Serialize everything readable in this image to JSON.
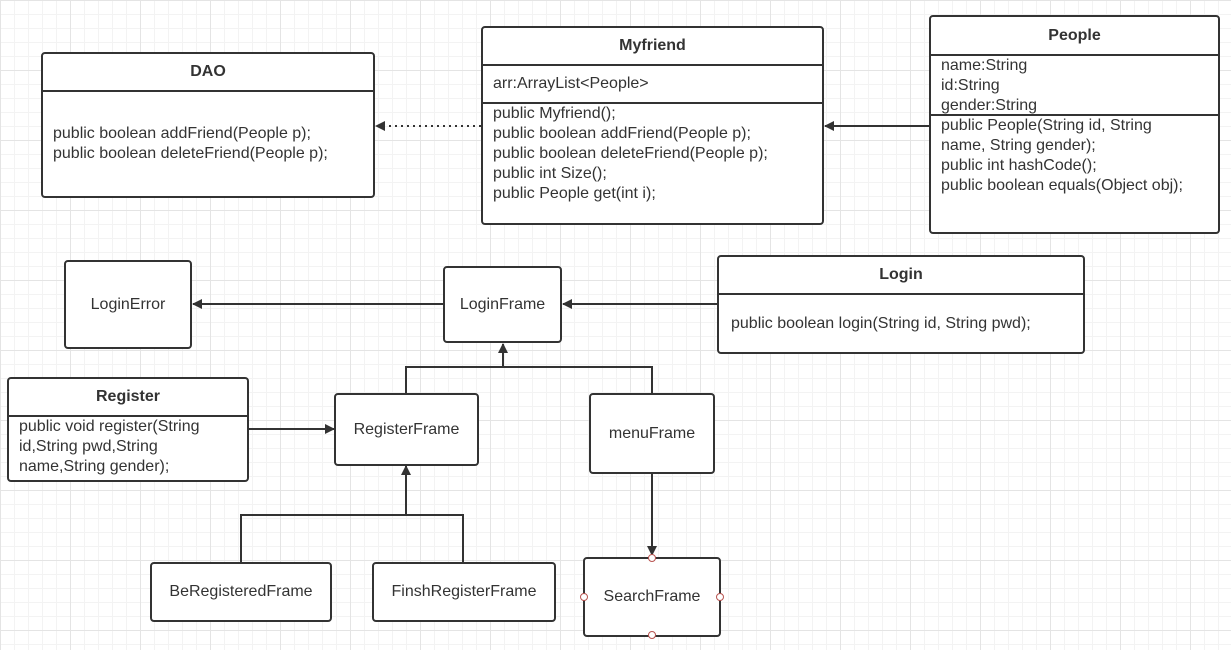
{
  "dao": {
    "title": "DAO",
    "methods": [
      "public boolean addFriend(People p);",
      "public boolean deleteFriend(People p);"
    ]
  },
  "myfriend": {
    "title": "Myfriend",
    "attributes": [
      "arr:ArrayList<People>"
    ],
    "methods": [
      "public Myfriend();",
      "public boolean addFriend(People p);",
      "public boolean deleteFriend(People p);",
      "public int Size();",
      "public People get(int i);"
    ]
  },
  "people": {
    "title": "People",
    "attributes": [
      "name:String",
      "id:String",
      "gender:String"
    ],
    "methods": [
      "public People(String id, String name, String gender);",
      "public int hashCode();",
      "public boolean equals(Object obj);"
    ]
  },
  "login": {
    "title": "Login",
    "methods": [
      "public boolean login(String id, String pwd);"
    ]
  },
  "register": {
    "title": "Register",
    "methods": [
      "public void register(String id,String pwd,String name,String gender);"
    ]
  },
  "boxes": {
    "login_error": "LoginError",
    "login_frame": "LoginFrame",
    "register_frame": "RegisterFrame",
    "menu_frame": "menuFrame",
    "be_registered_frame": "BeRegisteredFrame",
    "finsh_register_frame": "FinshRegisterFrame",
    "search_frame": "SearchFrame"
  }
}
